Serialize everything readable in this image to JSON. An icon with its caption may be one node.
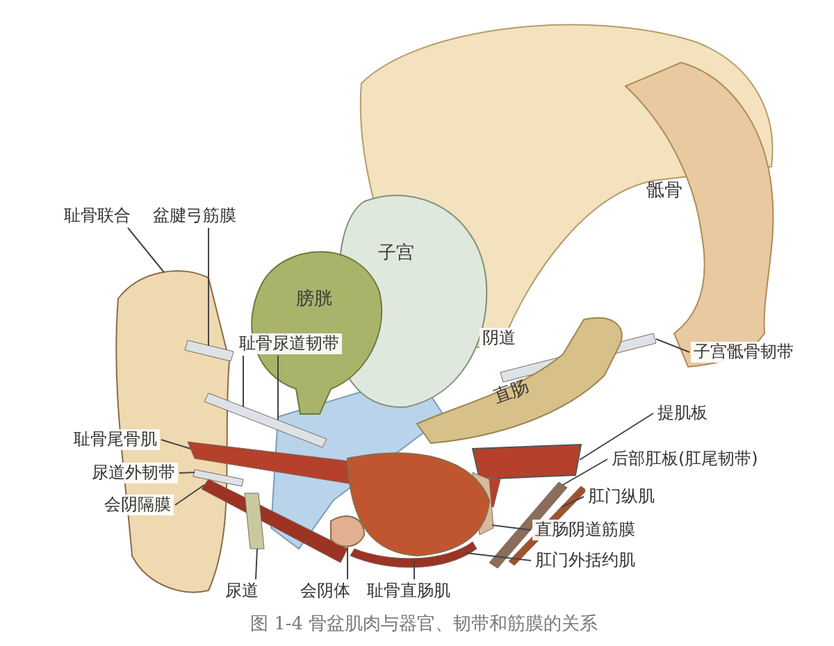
{
  "diagram": {
    "caption": "图 1-4 骨盆肌肉与器官、韧带和筋膜的关系",
    "nodes": [
      {
        "text": [
          "骶骨"
        ]
      },
      {
        "text": [
          "子宫"
        ]
      },
      {
        "text": [
          "膀胱"
        ]
      },
      {
        "text": [
          "直肠"
        ]
      },
      {
        "text": [
          "耻骨联合"
        ]
      },
      {
        "text": [
          "盆腱弓筋膜"
        ]
      },
      {
        "text": [
          "耻骨尿道韧带"
        ]
      },
      {
        "text": [
          "子宫骶骨韧带"
        ]
      },
      {
        "text": [
          "提肌板"
        ]
      },
      {
        "text": [
          "耻骨尾骨肌"
        ]
      },
      {
        "text": [
          "后部肛板(肛尾韧带)"
        ]
      },
      {
        "text": [
          "尿道外韧带"
        ]
      },
      {
        "text": [
          "会阴隔膜"
        ]
      },
      {
        "text": [
          "肛门纵肌"
        ]
      },
      {
        "text": [
          "直肠阴道筋膜"
        ]
      },
      {
        "text": [
          "肛门外括约肌"
        ]
      },
      {
        "text": [
          "尿道"
        ]
      },
      {
        "text": [
          "会阴体"
        ]
      },
      {
        "text": [
          "耻骨直肠肌"
        ]
      },
      {
        "text": [],
        "shape": "picture"
      },
      {
        "text": [],
        "shape": "bar"
      },
      {
        "text": [],
        "shape": "bar"
      },
      {
        "text": [],
        "shape": "bar"
      },
      {
        "text": [],
        "shape": "box"
      },
      {
        "text": [],
        "shape": "bar"
      },
      {
        "text": [],
        "shape": "bar"
      },
      {
        "text": [],
        "shape": "bar"
      },
      {
        "text": [],
        "shape": "bar"
      },
      {
        "text": [],
        "shape": "bar"
      },
      {
        "text": [],
        "shape": "bar"
      },
      {
        "text": [],
        "shape": "picture"
      },
      {
        "text": [],
        "shape": "bar"
      },
      {
        "text": [],
        "shape": "circle"
      },
      {
        "text": [],
        "shape": "bar"
      }
    ],
    "edges": [
      {
        "from": 4,
        "to": 19,
        "arrow": "none"
      },
      {
        "from": 5,
        "to": 20,
        "arrow": "none"
      },
      {
        "from": 6,
        "to": 21,
        "arrow": "none"
      },
      {
        "from": 6,
        "to": 21,
        "arrow": "none"
      },
      {
        "from": 7,
        "to": 22,
        "arrow": "none"
      },
      {
        "from": 8,
        "to": 23,
        "arrow": "none"
      },
      {
        "from": 9,
        "to": 24,
        "arrow": "none"
      },
      {
        "from": 10,
        "to": 25,
        "arrow": "none"
      },
      {
        "from": 11,
        "to": 26,
        "arrow": "none"
      },
      {
        "from": 12,
        "to": 27,
        "arrow": "none"
      },
      {
        "from": 13,
        "to": 28,
        "arrow": "none"
      },
      {
        "from": 14,
        "to": 29,
        "arrow": "none"
      },
      {
        "from": 15,
        "to": 30,
        "arrow": "none"
      },
      {
        "from": 16,
        "to": 31,
        "arrow": "none"
      },
      {
        "from": 17,
        "to": 32,
        "arrow": "none"
      },
      {
        "from": 18,
        "to": 33,
        "arrow": "none"
      }
    ],
    "labels": [
      "阴道"
    ]
  }
}
